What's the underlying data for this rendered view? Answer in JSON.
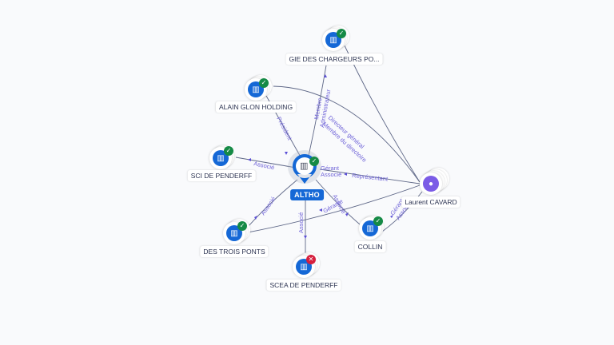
{
  "center": {
    "label": "ALTHO",
    "type": "company",
    "status": "active",
    "icon": "building-icon"
  },
  "nodes": [
    {
      "id": "gie",
      "label": "GIE DES CHARGEURS PO...",
      "type": "company",
      "status": "active",
      "icon": "building-icon"
    },
    {
      "id": "alain",
      "label": "ALAIN GLON HOLDING",
      "type": "company",
      "status": "active",
      "icon": "building-icon"
    },
    {
      "id": "sci",
      "label": "SCI DE PENDERFF",
      "type": "company",
      "status": "active",
      "icon": "building-icon"
    },
    {
      "id": "trois",
      "label": "DES TROIS PONTS",
      "type": "company",
      "status": "active",
      "icon": "building-icon"
    },
    {
      "id": "scea",
      "label": "SCEA DE PENDERFF",
      "type": "company",
      "status": "closed",
      "icon": "building-icon"
    },
    {
      "id": "collin",
      "label": "COLLIN",
      "type": "company",
      "status": "active",
      "icon": "building-icon"
    },
    {
      "id": "laurent",
      "label": "Laurent CAVARD",
      "type": "person",
      "status": "none",
      "icon": "person-icon"
    }
  ],
  "edges": [
    {
      "from": "center",
      "to": "gie",
      "labels": [
        "Membre",
        "Administrateur"
      ]
    },
    {
      "from": "center",
      "to": "alain",
      "labels": [
        "Président"
      ]
    },
    {
      "from": "center",
      "to": "sci",
      "labels": [
        "Associé"
      ]
    },
    {
      "from": "center",
      "to": "trois",
      "labels": [
        "Associé"
      ]
    },
    {
      "from": "center",
      "to": "scea",
      "labels": [
        "Associé"
      ]
    },
    {
      "from": "center",
      "to": "collin",
      "labels": [
        "Associé",
        "Gérante"
      ]
    },
    {
      "from": "center",
      "to": "laurent",
      "labels": [
        "Gérant",
        "Associé"
      ]
    },
    {
      "from": "laurent",
      "to": "center",
      "labels": [
        "Représentant"
      ]
    },
    {
      "from": "laurent",
      "to": "gie",
      "labels": [
        "Directeur général",
        "Membre du directoire"
      ]
    },
    {
      "from": "laurent",
      "to": "alain",
      "labels": []
    },
    {
      "from": "laurent",
      "to": "collin",
      "labels": [
        "Gérant",
        "Associé"
      ]
    },
    {
      "from": "laurent",
      "to": "trois",
      "labels": []
    }
  ],
  "status_badges": {
    "active": "✓",
    "closed": "✕"
  },
  "colors": {
    "company": "#1568d6",
    "person": "#7b5ce6",
    "active": "#158a45",
    "closed": "#d61f3d",
    "edge_label": "#6f63d8"
  }
}
